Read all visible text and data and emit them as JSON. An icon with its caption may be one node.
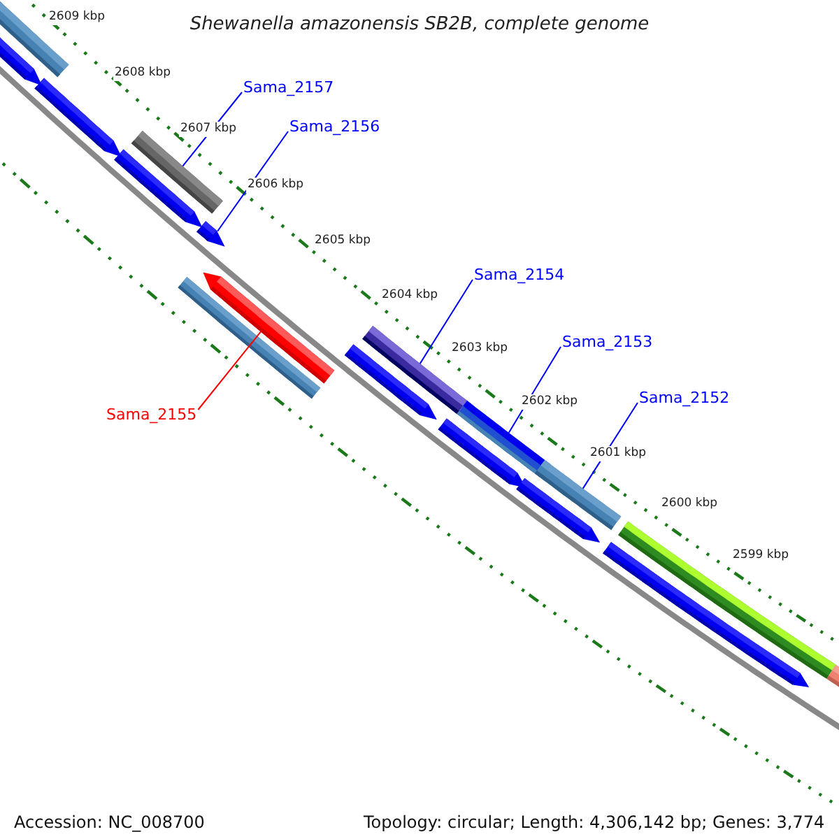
{
  "diagram": {
    "title": "Shewanella amazonensis SB2B, complete genome",
    "nodes": [
      {
        "text": [
          "Sama_2157"
        ]
      },
      {
        "text": [],
        "shape": "bar"
      },
      {
        "text": [
          "Sama_2156"
        ]
      },
      {
        "text": [],
        "shape": "bar"
      },
      {
        "text": [
          "Sama_2155"
        ]
      },
      {
        "text": [],
        "shape": "bar"
      },
      {
        "text": [
          "Sama_2154"
        ]
      },
      {
        "text": [],
        "shape": "bar"
      },
      {
        "text": [
          "Sama_2153"
        ]
      },
      {
        "text": [],
        "shape": "bar"
      },
      {
        "text": [
          "Sama_2152"
        ]
      },
      {
        "text": [],
        "shape": "bar"
      }
    ],
    "edges": [
      {
        "from": 0,
        "to": 1,
        "arrow": "none"
      },
      {
        "from": 2,
        "to": 3,
        "arrow": "none"
      },
      {
        "from": 4,
        "to": 5,
        "arrow": "none",
        "color": "#ff0000"
      },
      {
        "from": 6,
        "to": 7,
        "arrow": "none"
      },
      {
        "from": 8,
        "to": 9,
        "arrow": "none"
      },
      {
        "from": 10,
        "to": 11,
        "arrow": "none"
      }
    ],
    "labels": [
      "2609 kbp",
      "2608 kbp",
      "2607 kbp",
      "2606 kbp",
      "2605 kbp",
      "2604 kbp",
      "2603 kbp",
      "2602 kbp",
      "2601 kbp",
      "2600 kbp",
      "2599 kbp",
      "Accession: NC_008700",
      "Topology: circular; Length: 4,306,142 bp; Genes: 3,774"
    ]
  }
}
